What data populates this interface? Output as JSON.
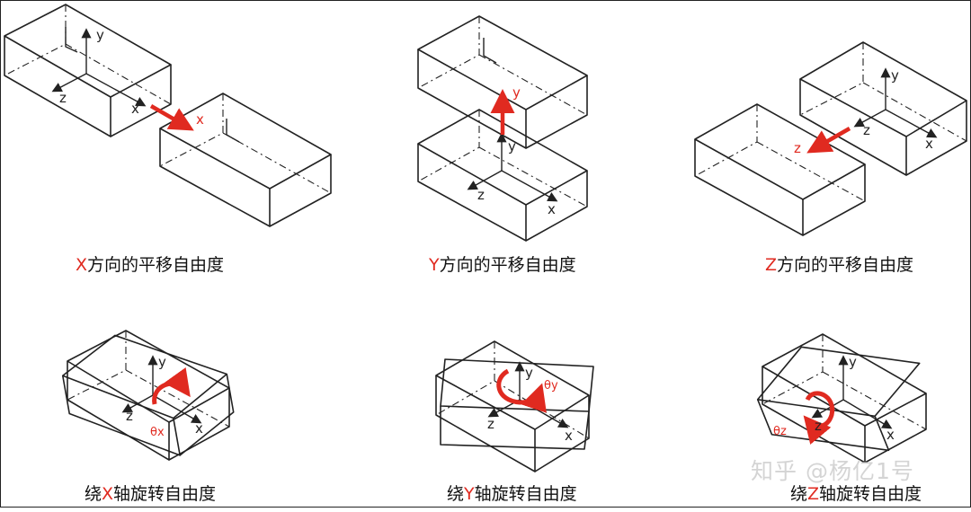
{
  "panels": [
    {
      "caption_axis": "X",
      "caption_rest": "方向的平移自由度",
      "motion_label": "x"
    },
    {
      "caption_axis": "Y",
      "caption_rest": "方向的平移自由度",
      "motion_label": "y"
    },
    {
      "caption_axis": "Z",
      "caption_rest": "方向的平移自由度",
      "motion_label": "z"
    },
    {
      "caption_prefix": "绕",
      "caption_axis": "X",
      "caption_rest": "轴旋转自由度",
      "theta_label": "θx"
    },
    {
      "caption_prefix": "绕",
      "caption_axis": "Y",
      "caption_rest": "轴旋转自由度",
      "theta_label": "θy"
    },
    {
      "caption_prefix": "绕",
      "caption_axis": "Z",
      "caption_rest": "轴旋转自由度",
      "theta_label": "θz"
    }
  ],
  "axis_labels": {
    "x": "x",
    "y": "y",
    "z": "z"
  },
  "watermark": "知乎 @杨亿1号",
  "colors": {
    "accent": "#e02a20",
    "line": "#222222"
  }
}
